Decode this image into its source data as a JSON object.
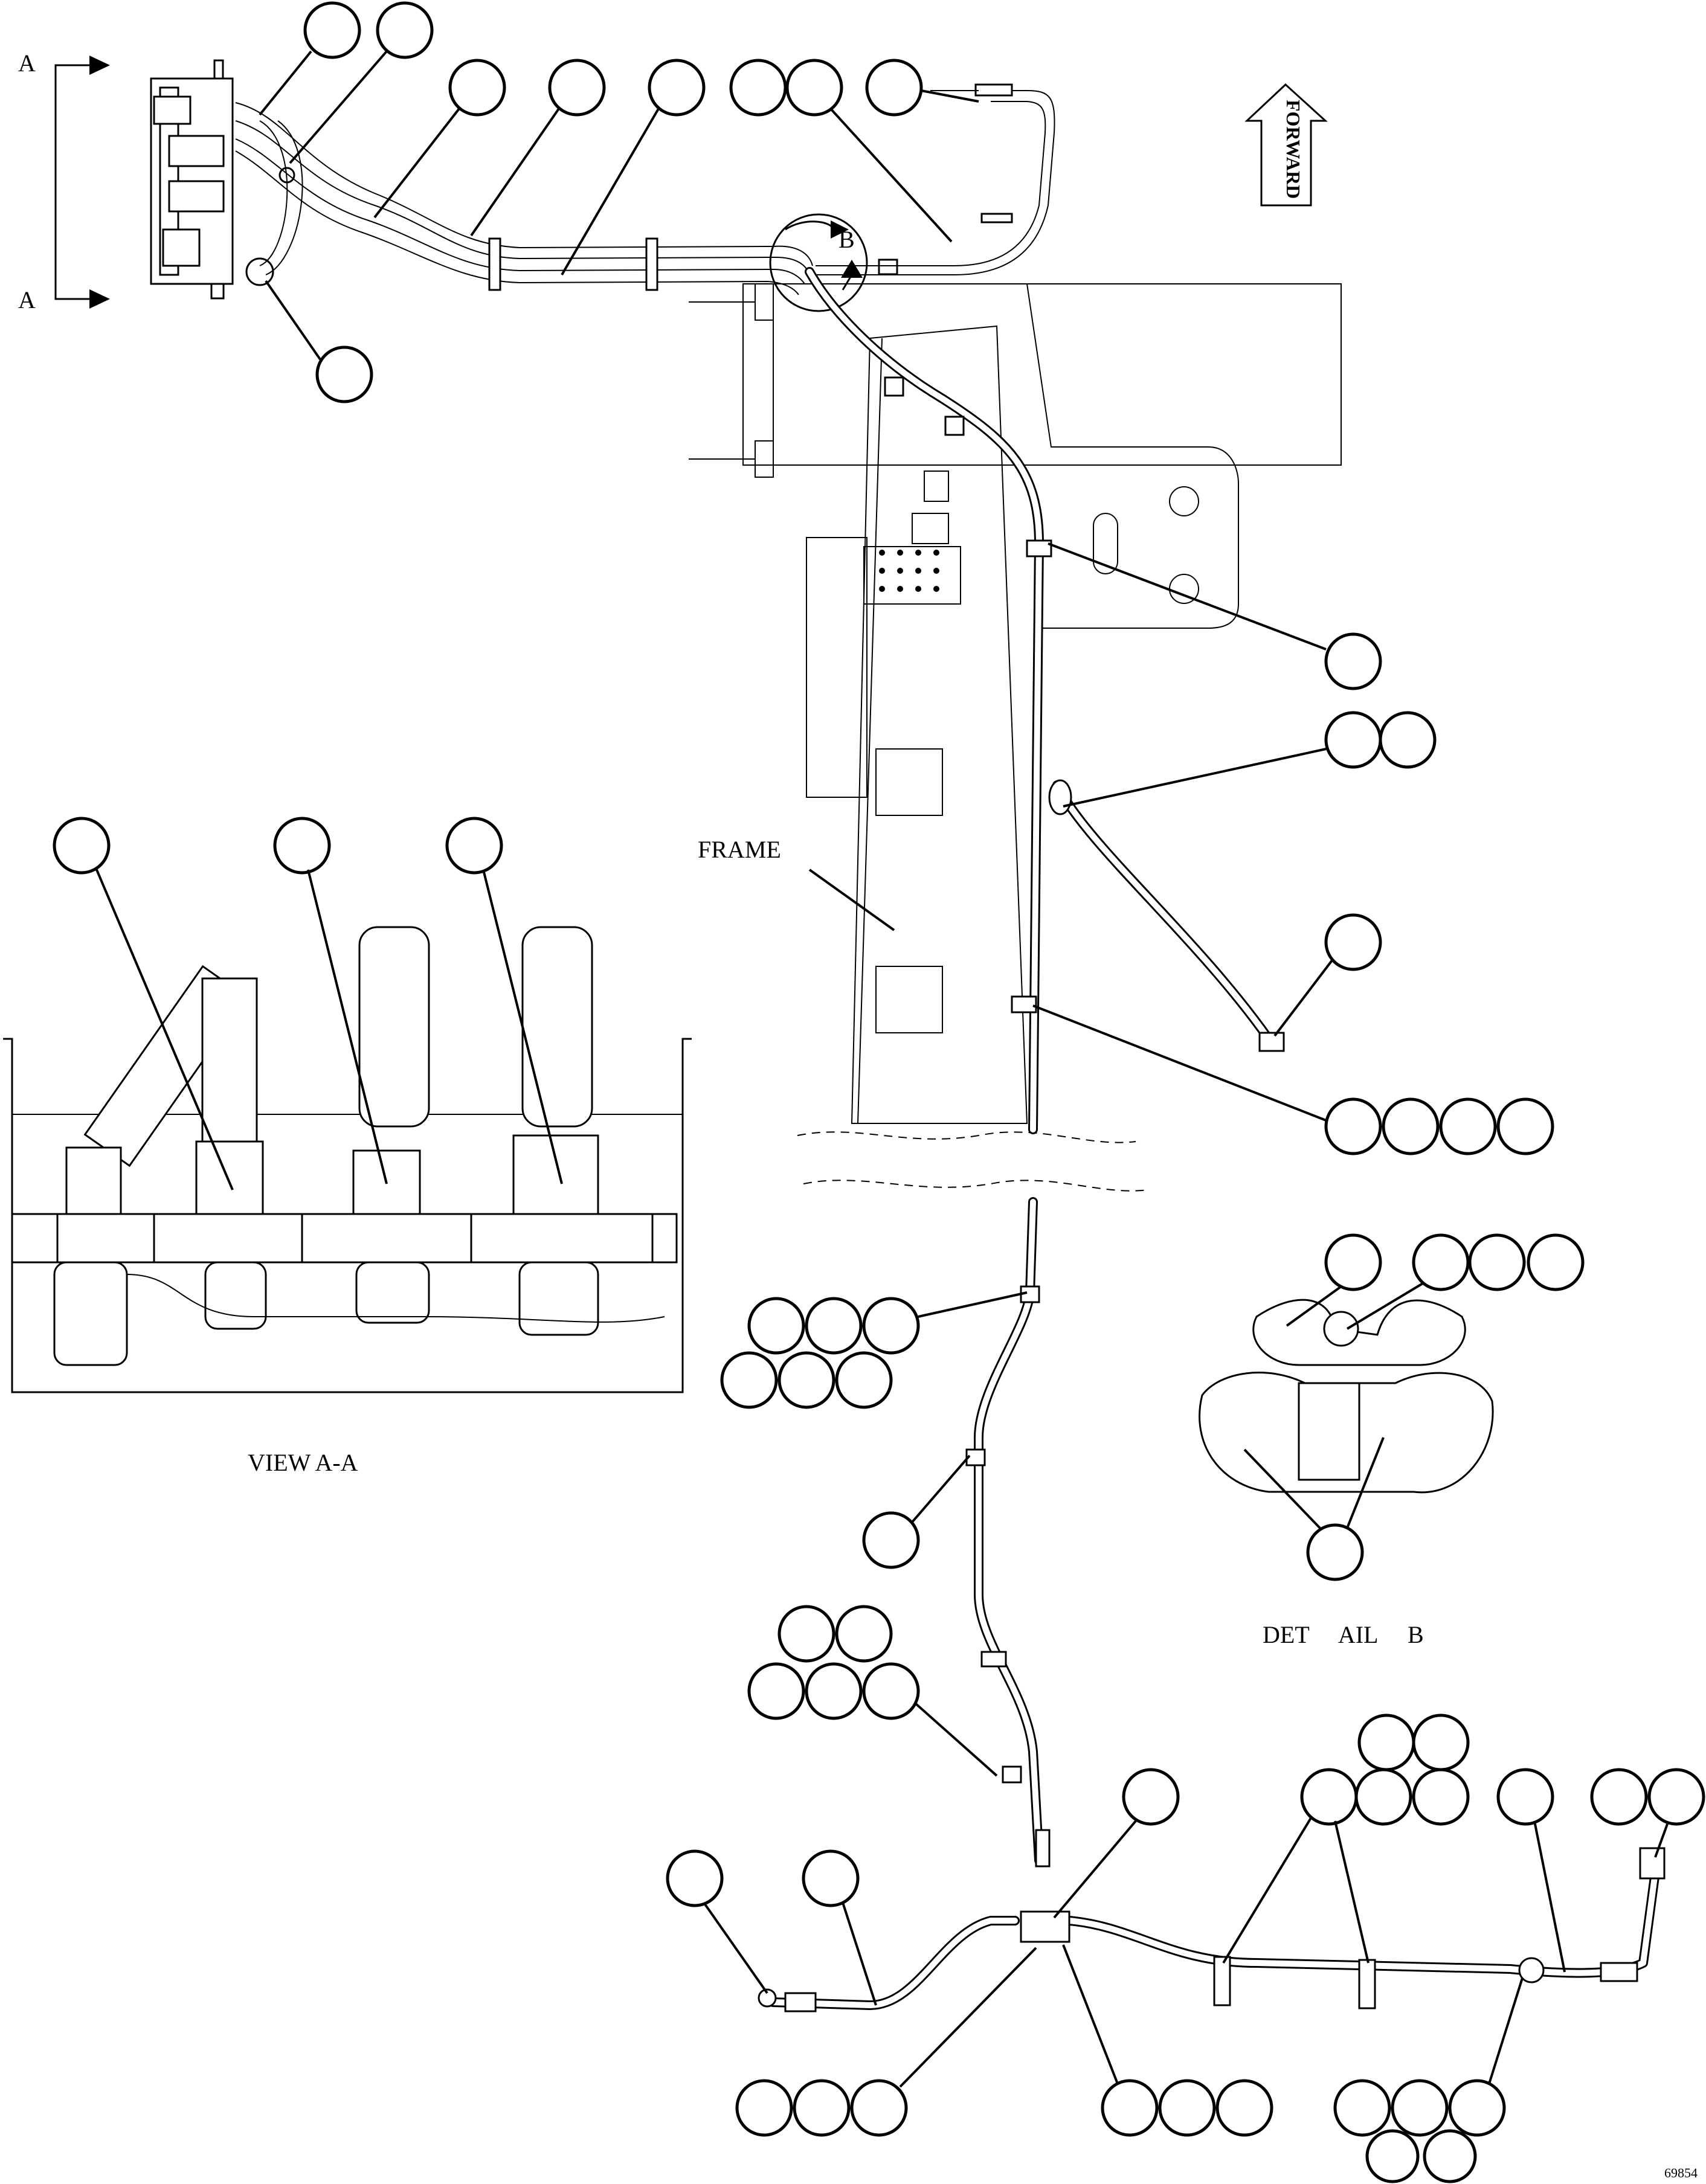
{
  "labels": {
    "section_a_top": "A",
    "section_a_bottom": "A",
    "detail_b_marker": "B",
    "forward": "FORWARD",
    "frame": "FRAME",
    "view_aa": "VIEW A-A",
    "detail_b": "DET     AIL     B",
    "figure_number": "69854"
  },
  "callouts_note": "Item number balloons are blank in the original drawing",
  "colors": {
    "line": "#000000",
    "background": "#ffffff"
  }
}
